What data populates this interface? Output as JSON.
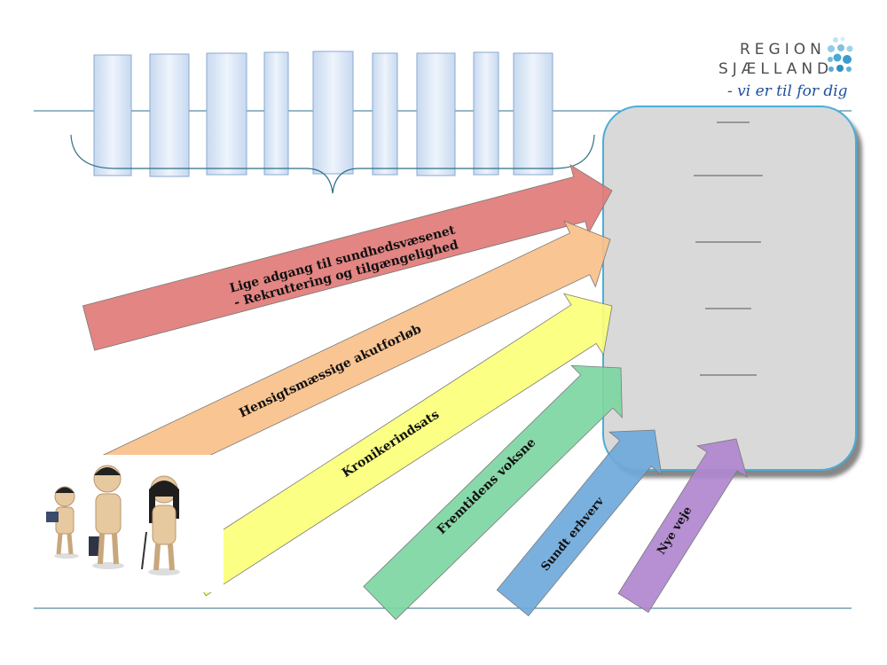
{
  "logo": {
    "line1": "REGION",
    "line2": "SJÆLLAND",
    "tagline": "- vi er til for dig"
  },
  "arrows": [
    {
      "id": "lige-adgang",
      "lines": [
        "Lige adgang til sundhedsvæsenet",
        "- Rekruttering og tilgængelighed"
      ],
      "color": "#e07b78"
    },
    {
      "id": "akutforloeb",
      "lines": [
        "Hensigtsmæssige akutforløb"
      ],
      "color": "#f9c08a"
    },
    {
      "id": "kroniker",
      "lines": [
        "Kronikerindsats"
      ],
      "color": "#fbff7a"
    },
    {
      "id": "fremtidens-voksne",
      "lines": [
        "Fremtidens voksne"
      ],
      "color": "#7ed6a2"
    },
    {
      "id": "sundt-erhverv",
      "lines": [
        "Sundt erhverv"
      ],
      "color": "#6fa9db"
    },
    {
      "id": "nye-veje",
      "lines": [
        "Nye veje"
      ],
      "color": "#b087cf"
    }
  ],
  "colors": {
    "box_bg": "#d9d9d9",
    "box_border": "#4aaed8",
    "pillar_fill": "#dce8f6",
    "pillar_border": "#8aa9cf",
    "line": "#2f6f86"
  }
}
